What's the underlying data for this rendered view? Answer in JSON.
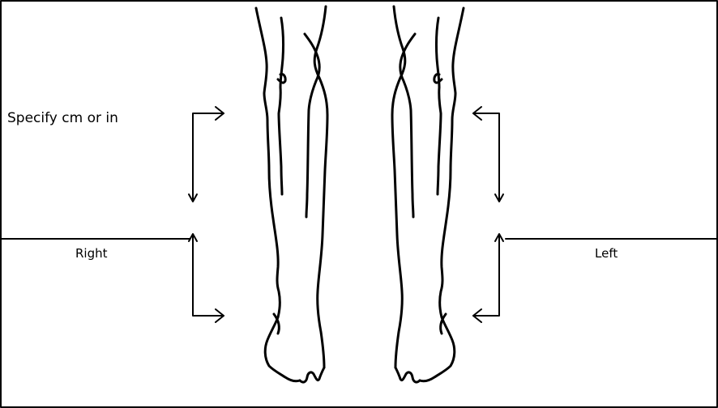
{
  "labels": {
    "instruction": "Specify cm or in",
    "right_side": "Right",
    "left_side": "Left"
  },
  "colors": {
    "stroke": "#000000",
    "background": "#ffffff"
  }
}
